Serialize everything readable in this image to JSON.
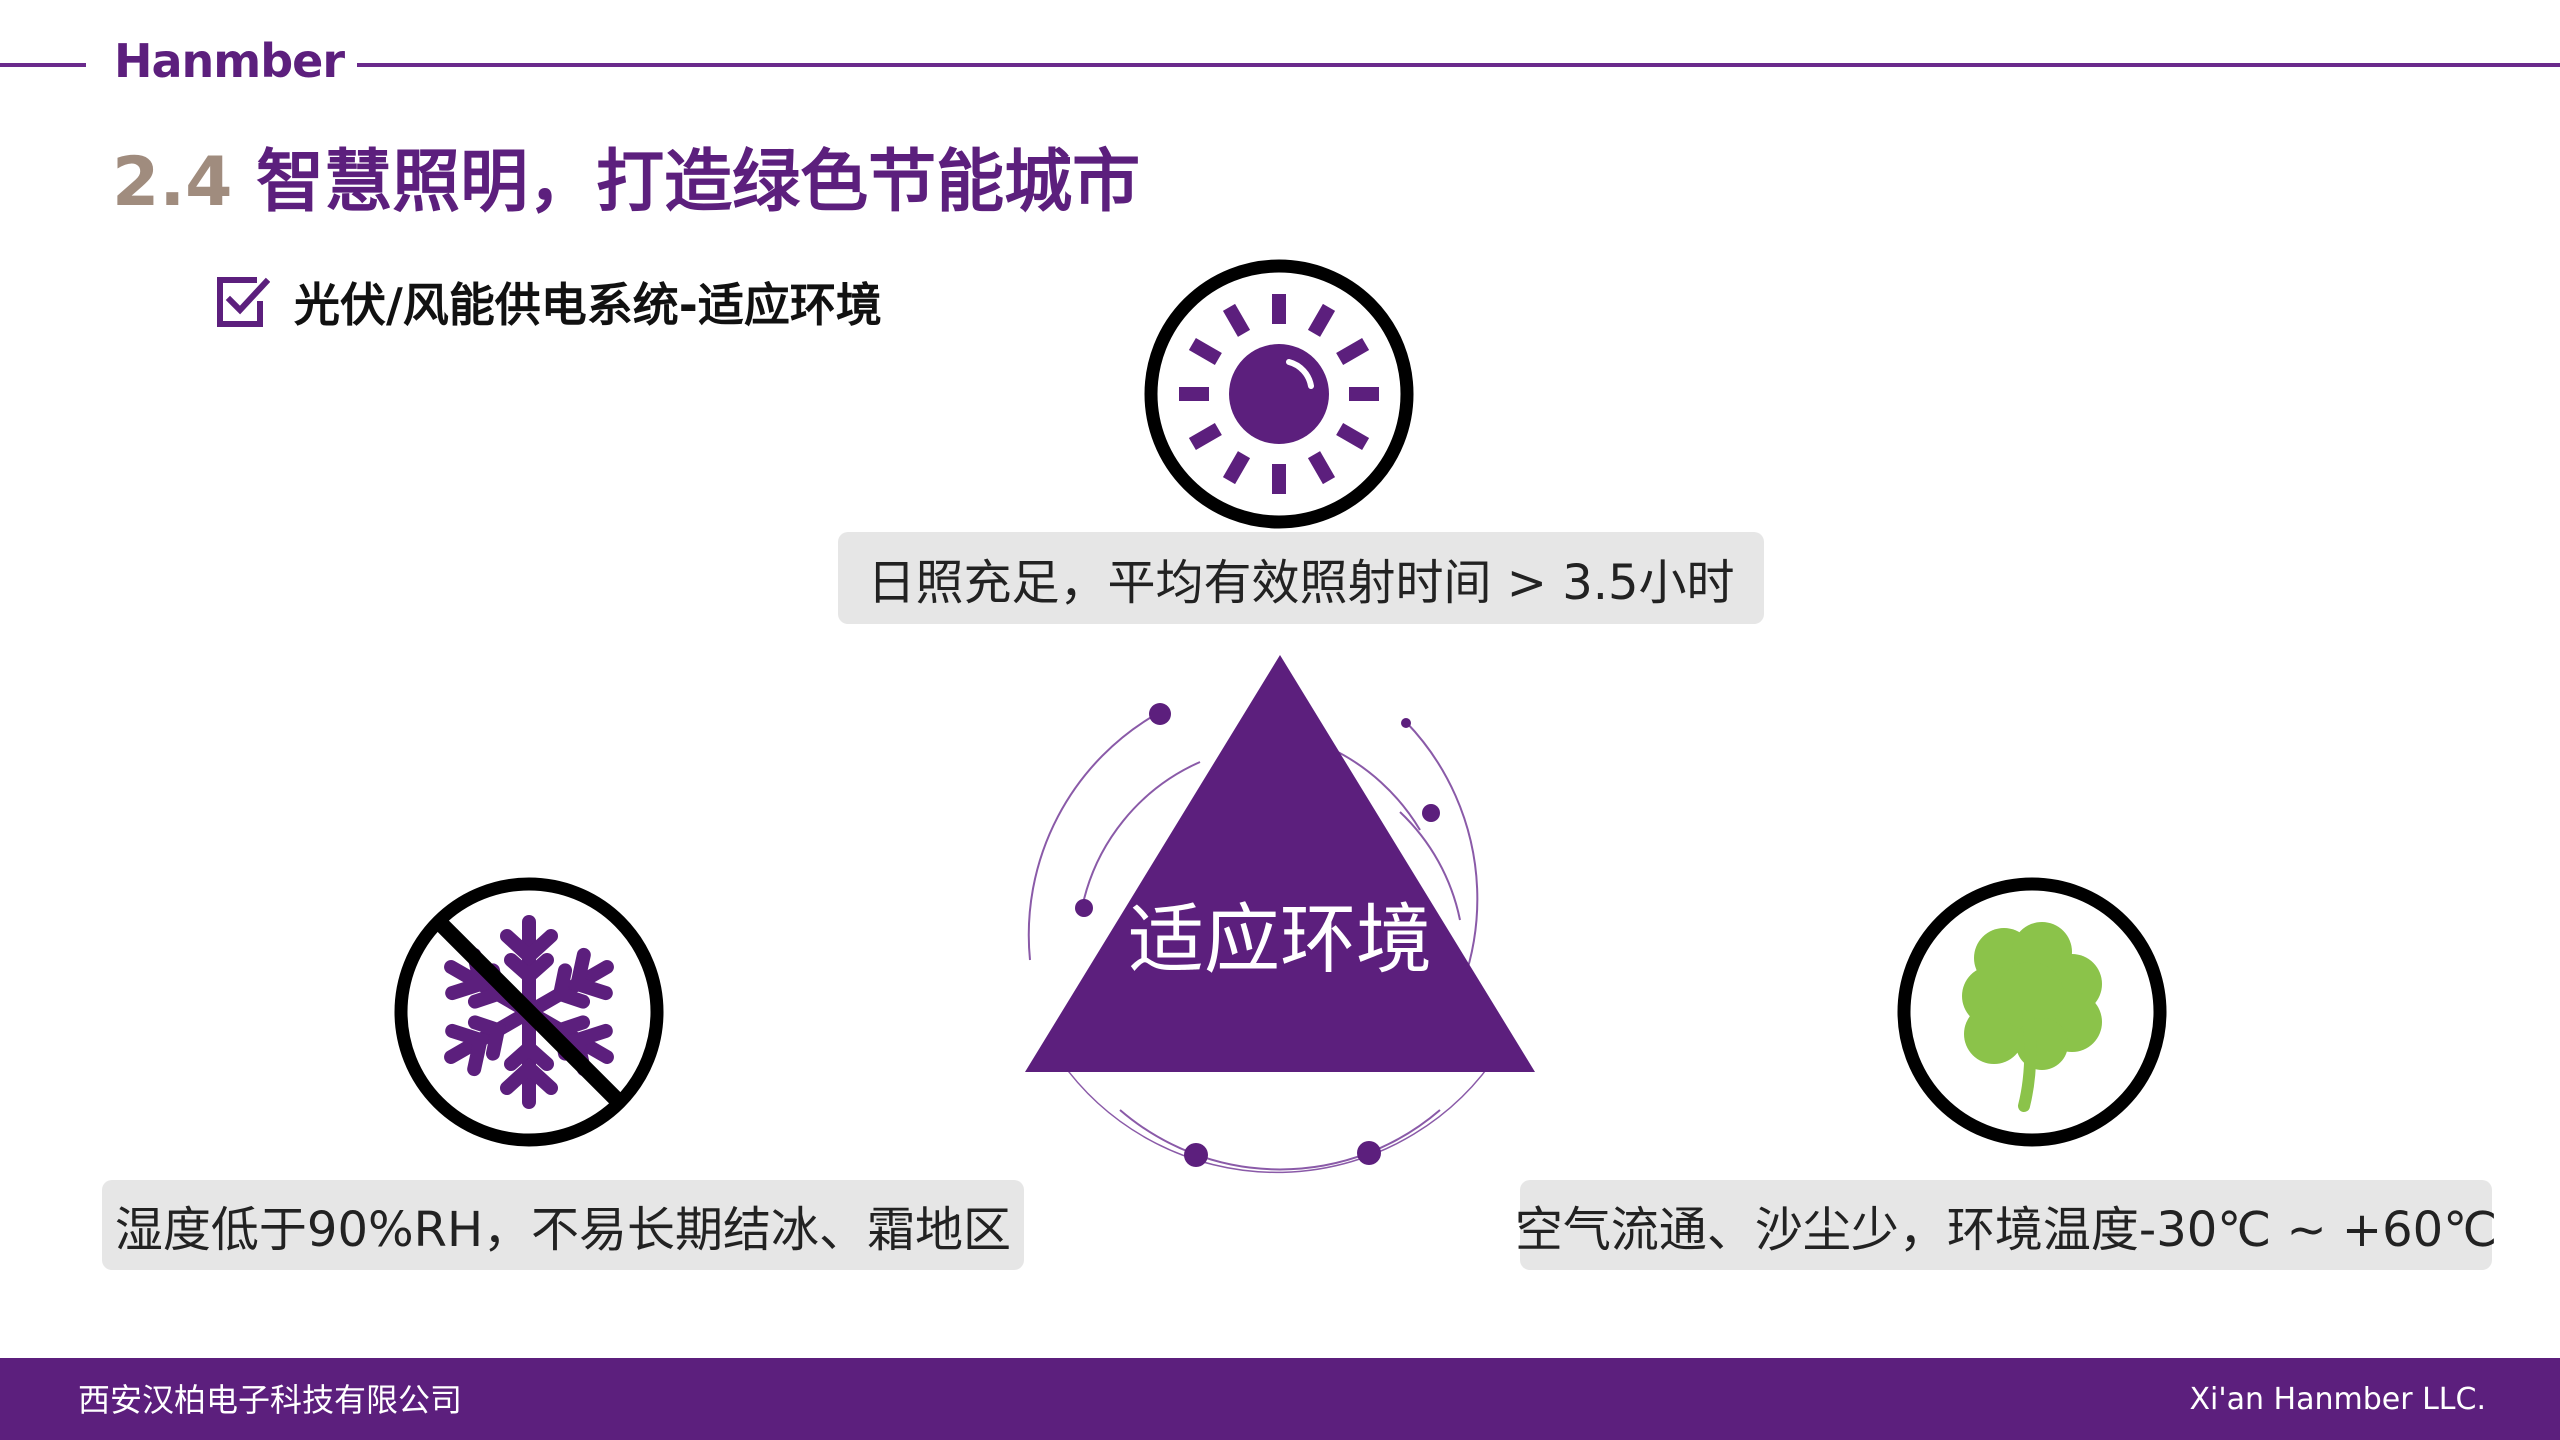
{
  "header": {
    "logo_text": "Hanmber"
  },
  "title": {
    "number": "2.4",
    "text": "智慧照明，打造绿色节能城市"
  },
  "subtitle": {
    "text": "光伏/风能供电系统-适应环境"
  },
  "center": {
    "label": "适应环境"
  },
  "items": {
    "sun": {
      "label": "日照充足，平均有效照射时间 > 3.5小时",
      "icon": "sun-icon"
    },
    "frost": {
      "label": "湿度低于90%RH，不易长期结冰、霜地区",
      "icon": "no-snow-icon"
    },
    "air": {
      "label": "空气流通、沙尘少，环境温度-30℃ ~ +60℃",
      "icon": "clover-icon"
    }
  },
  "footer": {
    "left": "西安汉柏电子科技有限公司",
    "right": "Xi'an Hanmber LLC."
  },
  "colors": {
    "brand_purple": "#5c1f7d",
    "title_number": "#a08c7e",
    "clover_green": "#8bc34a",
    "label_bg": "#e6e6e6"
  }
}
